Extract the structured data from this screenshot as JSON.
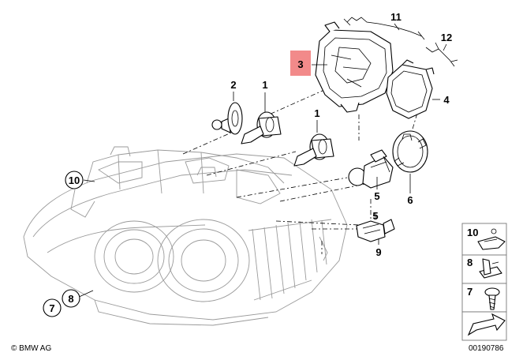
{
  "diagram": {
    "callouts": {
      "c1a": "1",
      "c1b": "1",
      "c2": "2",
      "c3": "3",
      "c4": "4",
      "c5a": "5",
      "c5b": "5",
      "c6": "6",
      "c7": "7",
      "c8": "8",
      "c9": "9",
      "c10": "10",
      "c11": "11",
      "c12": "12"
    },
    "highlighted_callout": "3",
    "highlight_color": "#f28a8a",
    "legend": {
      "items": [
        {
          "number": "10",
          "icon": "clip-nut-icon"
        },
        {
          "number": "8",
          "icon": "spring-nut-icon"
        },
        {
          "number": "7",
          "icon": "screw-icon"
        }
      ],
      "arrow_icon": "direction-arrow-icon"
    },
    "copyright": "© BMW AG",
    "diagram_number": "00190786"
  }
}
